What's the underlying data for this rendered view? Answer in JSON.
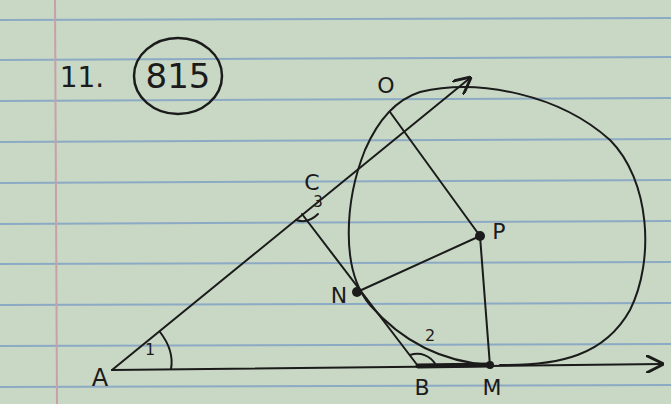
{
  "diagram": {
    "nodes": [
      {
        "text": [
          "815"
        ]
      }
    ],
    "labels": [
      "11.",
      "O",
      "C",
      "3",
      "P",
      "N",
      "2",
      "1",
      "A",
      "B",
      "M"
    ]
  }
}
